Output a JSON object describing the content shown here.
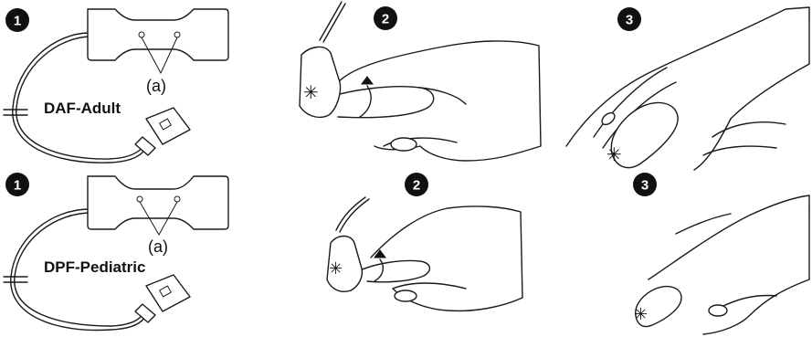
{
  "adult_sensor": {
    "step": "1",
    "model_label": "DAF-Adult",
    "callout": "(a)"
  },
  "pediatric_sensor": {
    "step": "1",
    "model_label": "DPF-Pediatric",
    "callout": "(a)"
  },
  "adult_step2": {
    "step": "2",
    "emitter_mark": "✳"
  },
  "pediatric_step2": {
    "step": "2",
    "emitter_mark": "✳"
  },
  "adult_step3": {
    "step": "3",
    "emitter_mark": "✳"
  },
  "pediatric_step3": {
    "step": "3",
    "emitter_mark": "✳"
  }
}
